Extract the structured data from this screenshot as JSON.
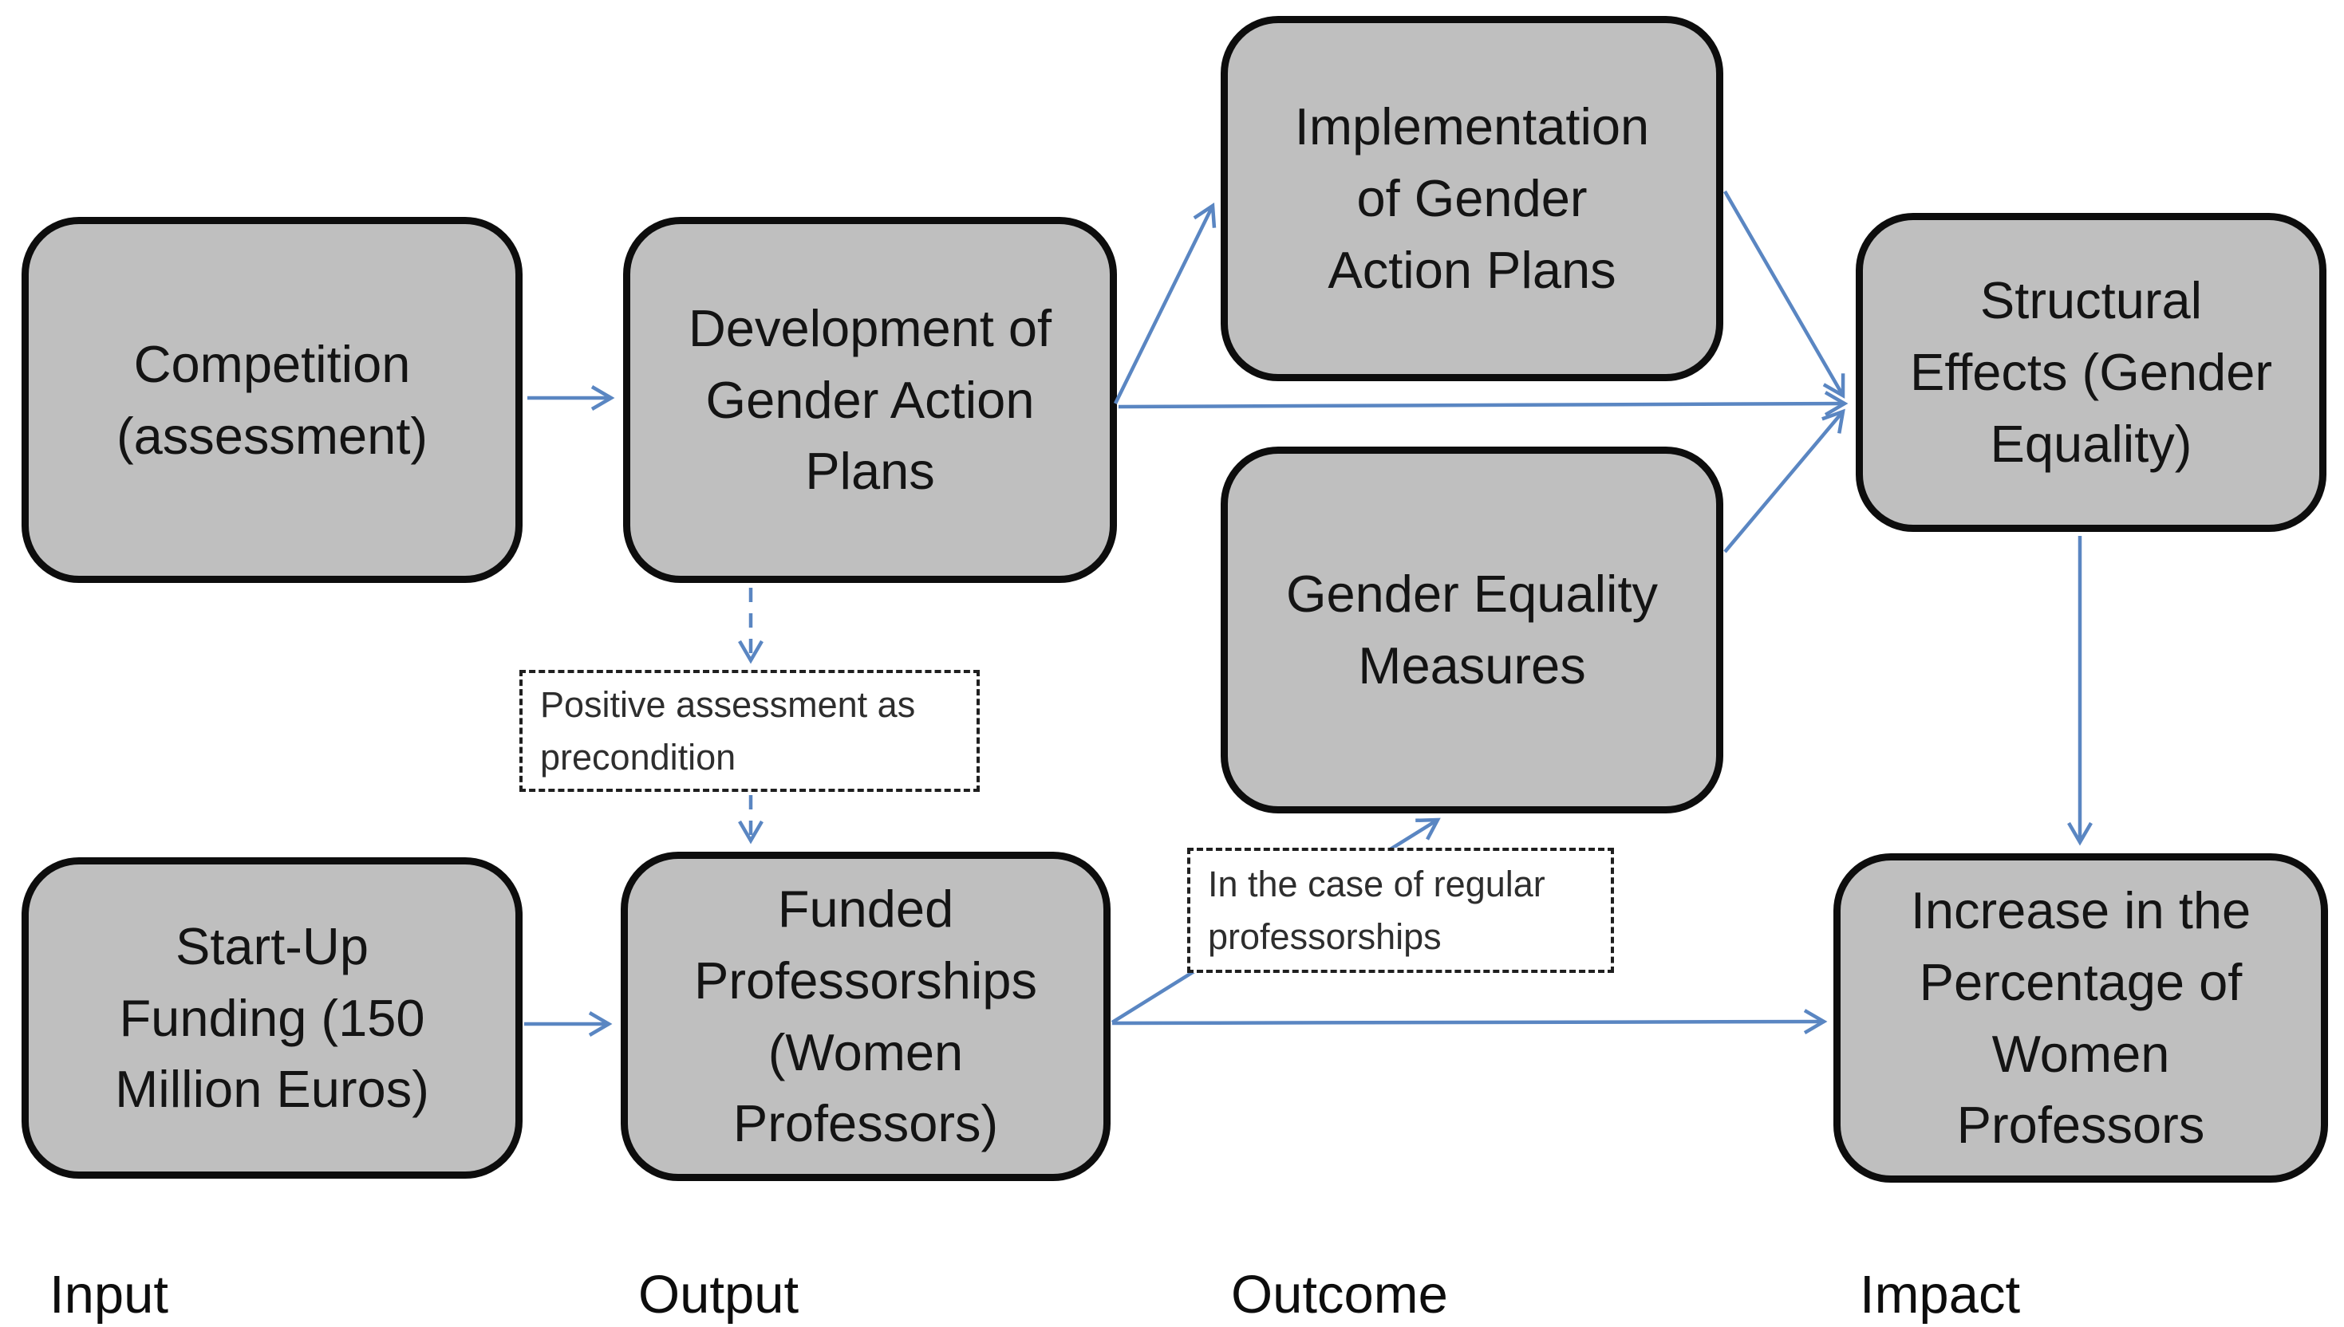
{
  "colors": {
    "page_bg": "#ffffff",
    "box_fill": "#bfbfbf",
    "box_border": "#0d0d0d",
    "arrow": "#5a86c2",
    "note_border": "#1f1f1f",
    "note_text": "#2e2e2e",
    "text": "#141414"
  },
  "nodes": {
    "competition": {
      "label": "Competition (assessment)",
      "lines": [
        "Competition",
        "(assessment)"
      ]
    },
    "development": {
      "label": "Development of Gender Action Plans",
      "lines": [
        "Development of",
        "Gender Action",
        "Plans"
      ]
    },
    "implementation": {
      "label": "Implementation of Gender Action Plans",
      "lines": [
        "Implementation",
        "of Gender",
        "Action Plans"
      ]
    },
    "gender_equality_measures": {
      "label": "Gender Equality Measures",
      "lines": [
        "Gender Equality",
        "Measures"
      ]
    },
    "structural_effects": {
      "label": "Structural Effects (Gender Equality)",
      "lines": [
        "Structural",
        "Effects (Gender",
        "Equality)"
      ]
    },
    "startup_funding": {
      "label": "Start-Up Funding (150 Million Euros)",
      "lines": [
        "Start-Up",
        "Funding (150",
        "Million Euros)"
      ]
    },
    "funded_professorships": {
      "label": "Funded Professorships (Women Professors)",
      "lines": [
        "Funded",
        "Professorships",
        "(Women",
        "Professors)"
      ]
    },
    "increase_women_professors": {
      "label": "Increase in the Percentage of Women Professors",
      "lines": [
        "Increase in the",
        "Percentage of",
        "Women",
        "Professors"
      ]
    }
  },
  "annotations": {
    "positive_assessment": {
      "label": "Positive assessment as precondition",
      "lines": [
        "Positive assessment as",
        "precondition"
      ]
    },
    "regular_professorships": {
      "label": "In the case of regular professorships",
      "lines": [
        "In the case of regular",
        "professorships"
      ]
    }
  },
  "stage_labels": {
    "input": "Input",
    "output": "Output",
    "outcome": "Outcome",
    "impact": "Impact"
  }
}
